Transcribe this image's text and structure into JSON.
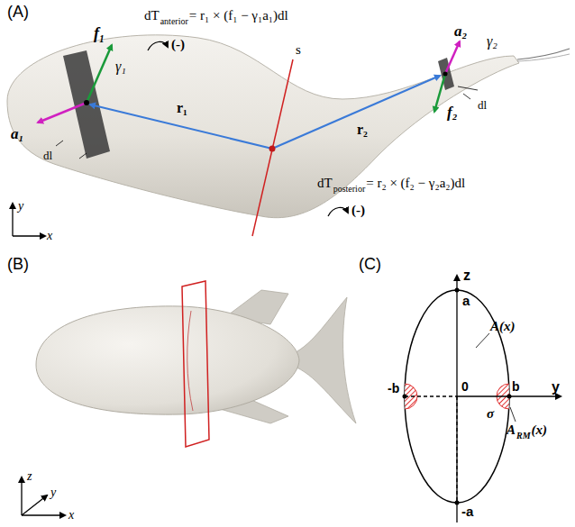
{
  "diagram": {
    "labels": [
      "(A)",
      "f₁",
      "γ₁",
      "dT",
      "anterior",
      "= r₁ × (f₁ − γ₁a₁)dl",
      "(-)",
      "a₁",
      "dl",
      "r₁",
      "s",
      "r₂",
      "a₂",
      "γ₂",
      "f₂",
      "dl",
      "dT",
      "posterior",
      "= r₂ × (f₂ − γ₂a₂)dl",
      "(-)",
      "y",
      "x",
      "(B)",
      "z",
      "y",
      "x",
      "(C)",
      "z",
      "a",
      "A(x)",
      "-b",
      "0",
      "b",
      "y",
      "σ",
      "A",
      "RM",
      "(x)",
      "-a"
    ]
  }
}
